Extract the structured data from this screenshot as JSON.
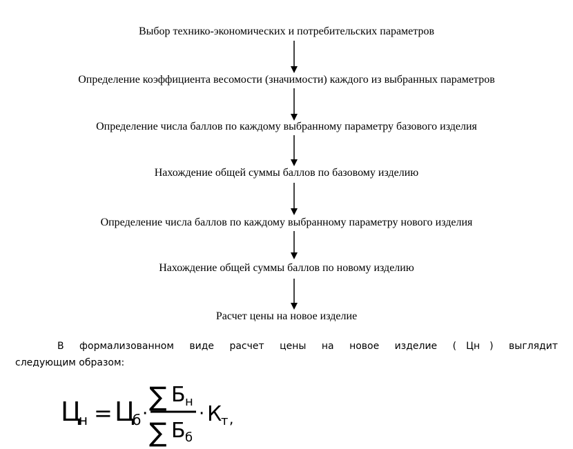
{
  "flowchart": {
    "steps": [
      "Выбор технико-экономических и потребительских параметров",
      "Определение коэффициента весомости (значимости) каждого из выбранных параметров",
      "Определение числа баллов по каждому выбранному параметру базового изделия",
      "Нахождение общей суммы баллов по базовому изделию",
      "Определение числа баллов по каждому выбранному параметру нового изделия",
      "Нахождение общей суммы баллов по новому изделию",
      "Расчет цены на новое изделие"
    ]
  },
  "paragraph": {
    "before": "В формализованном виде расчет цены на новое изделие (",
    "symbol": "Цн",
    "after": ") выглядит",
    "line2": "следующим образом:"
  },
  "formula": {
    "lhs_main": "Ц",
    "lhs_sub": "н",
    "equals": "=",
    "base_main": "Ц",
    "base_sub": "б",
    "dot1": "·",
    "sum_sign_top": "∑",
    "num_main": "Б",
    "num_sub": "н",
    "sum_sign_bottom": "∑",
    "den_main": "Б",
    "den_sub": "б",
    "dot2": "·",
    "coef_main": "К",
    "coef_sub": "т",
    "trailing": ","
  }
}
